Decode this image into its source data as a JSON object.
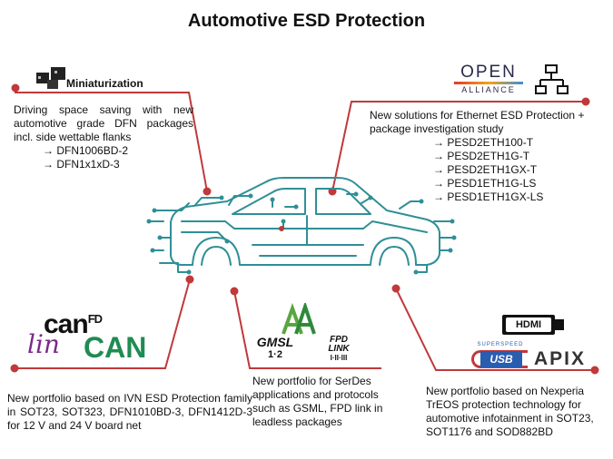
{
  "title": "Automotive ESD Protection",
  "miniaturization": {
    "heading": "Miniaturization",
    "body": "Driving space saving with new automotive grade DFN packages incl. side wettable flanks",
    "items": [
      "→ DFN1006BD-2",
      "→ DFN1x1xD-3"
    ]
  },
  "ethernet": {
    "body": "New solutions for Ethernet ESD Protection + package investigation study",
    "items": [
      "→ PESD2ETH100-T",
      "→ PESD2ETH1G-T",
      "→ PESD2ETH1GX-T",
      "→ PESD1ETH1G-LS",
      "→ PESD1ETH1GX-LS"
    ],
    "logo_line1": "OPEN",
    "logo_line2": "ALLIANCE"
  },
  "ivn": {
    "body": "New portfolio based on IVN ESD Protection family in SOT23, SOT323, DFN1010BD-3, DFN1412D-3 for 12 V and 24 V board net",
    "logo_can": "CAN",
    "logo_canfd": "can",
    "logo_fd": "FD",
    "logo_lin": "lin"
  },
  "serdes": {
    "body": "New portfolio for SerDes applications and protocols such as GSML, FPD link in leadless packages",
    "logo_gmsl": "GMSL",
    "logo_gmsl_sub": "1·2",
    "logo_fpd": "FPD",
    "logo_link": "LINK",
    "logo_link_sub": "I·II·III"
  },
  "infotainment": {
    "body": "New portfolio based on Nexperia TrEOS protection technology for automotive infotainment in SOT23, SOT1176 and SOD882BD",
    "logo_hdmi": "HDMI",
    "logo_usb": "USB",
    "logo_superspeed": "SUPERSPEED",
    "logo_apix": "APIX"
  },
  "colors": {
    "accent": "#c0393b",
    "circuit": "#2f8f96",
    "title": "#111111"
  }
}
